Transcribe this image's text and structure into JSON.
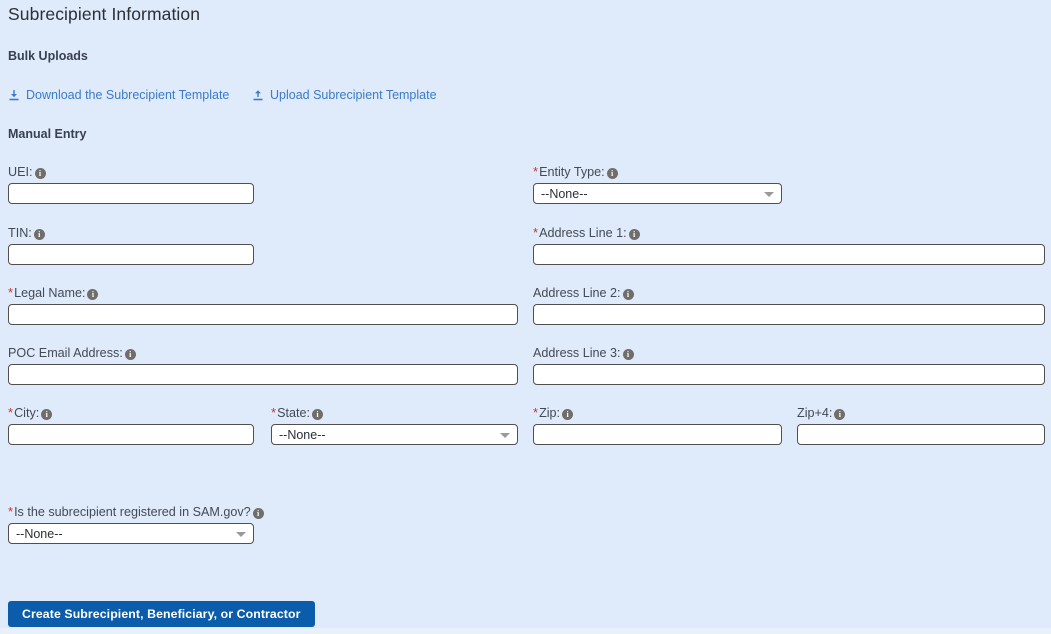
{
  "page": {
    "title": "Subrecipient Information",
    "background_color": "#dfeafb"
  },
  "bulk_uploads": {
    "section_label": "Bulk Uploads",
    "links": [
      {
        "label": "Download the Subrecipient Template",
        "icon": "download-icon"
      },
      {
        "label": "Upload Subrecipient Template",
        "icon": "upload-icon"
      }
    ]
  },
  "manual_entry": {
    "section_label": "Manual Entry",
    "fields": {
      "uei": {
        "label": "UEI:",
        "required": false,
        "value": "",
        "type": "text"
      },
      "tin": {
        "label": "TIN:",
        "required": false,
        "value": "",
        "type": "text"
      },
      "legal_name": {
        "label": "Legal Name:",
        "required": true,
        "value": "",
        "type": "text"
      },
      "poc_email": {
        "label": "POC Email Address:",
        "required": false,
        "value": "",
        "type": "text"
      },
      "entity_type": {
        "label": "Entity Type:",
        "required": true,
        "value": "--None--",
        "type": "select"
      },
      "address_line_1": {
        "label": "Address Line 1:",
        "required": true,
        "value": "",
        "type": "text"
      },
      "address_line_2": {
        "label": "Address Line 2:",
        "required": false,
        "value": "",
        "type": "text"
      },
      "address_line_3": {
        "label": "Address Line 3:",
        "required": false,
        "value": "",
        "type": "text"
      },
      "city": {
        "label": "City:",
        "required": true,
        "value": "",
        "type": "text"
      },
      "state": {
        "label": "State:",
        "required": true,
        "value": "--None--",
        "type": "select"
      },
      "zip": {
        "label": "Zip:",
        "required": true,
        "value": "",
        "type": "text"
      },
      "zip4": {
        "label": "Zip+4:",
        "required": false,
        "value": "",
        "type": "text"
      },
      "sam_registered": {
        "label": "Is the subrecipient registered in SAM.gov?",
        "required": true,
        "value": "--None--",
        "type": "select"
      }
    }
  },
  "actions": {
    "submit_label": "Create Subrecipient, Beneficiary, or Contractor",
    "submit_color": "#0b5cab"
  },
  "colors": {
    "link": "#3b7bc8",
    "required_marker": "#c23934",
    "info_icon": "#706e6b",
    "field_border": "#514f4d"
  }
}
